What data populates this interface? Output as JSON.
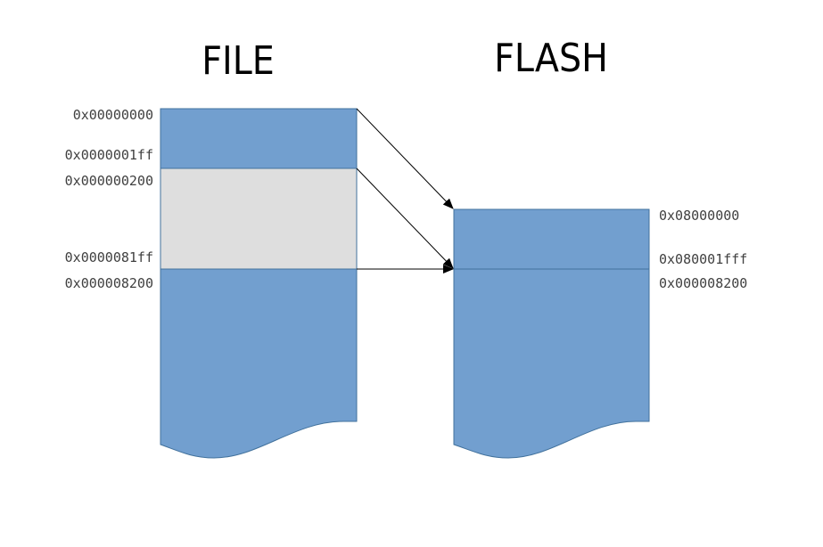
{
  "titles": {
    "file": "FILE",
    "flash": "FLASH"
  },
  "file_addresses": {
    "start": "0x00000000",
    "header_end": "0x0000001ff",
    "gap_start": "0x000000200",
    "gap_end": "0x0000081ff",
    "data_start": "0x000008200"
  },
  "flash_addresses": {
    "start": "0x08000000",
    "header_end": "0x080001fff",
    "data_start": "0x000008200"
  },
  "colors": {
    "block_blue": "#729FCF",
    "block_gray": "#DEDEDE",
    "block_border": "#41719C",
    "arrow": "#000000"
  }
}
